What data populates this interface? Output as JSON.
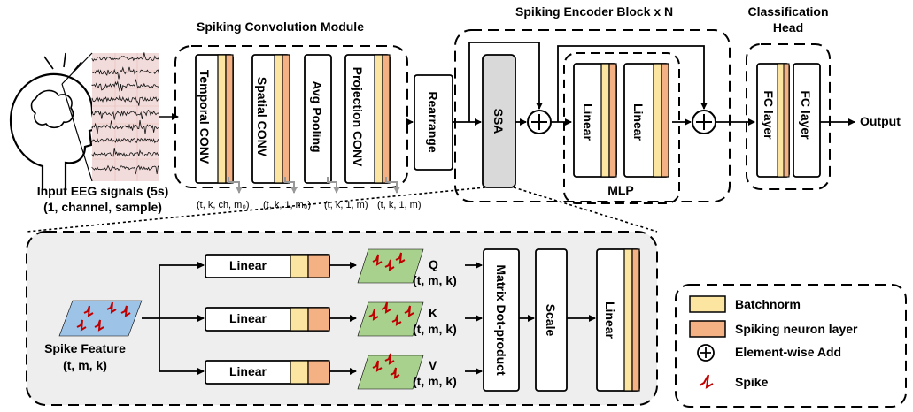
{
  "titles": {
    "spiking_conv_module": "Spiking Convolution Module",
    "spiking_encoder_block": "Spiking Encoder Block x N",
    "classification_head_line1": "Classification",
    "classification_head_line2": "Head"
  },
  "input": {
    "line1": "Input EEG signals (5s)",
    "line2": "(1, channel, sample)"
  },
  "conv_layers": [
    "Temporal CONV",
    "Spatial CONV",
    "Avg Pooling",
    "Projection CONV"
  ],
  "shapes": [
    "(t, k, ch, m₀)",
    "(t, k, 1, m₀)",
    "(t, k, 1, m)",
    "(t, k, 1, m)"
  ],
  "rearrange": "Rearrange",
  "ssa": "SSA",
  "mlp": {
    "label": "MLP",
    "layers": [
      "Linear",
      "Linear"
    ]
  },
  "classification_layers": [
    "FC layer",
    "FC layer"
  ],
  "output": "Output",
  "ssa_detail": {
    "spike_feature_line1": "Spike Feature",
    "spike_feature_line2": "(t, m, k)",
    "linear": "Linear",
    "branches": [
      {
        "name": "Q",
        "shape": "(t, m, k)"
      },
      {
        "name": "K",
        "shape": "(t, m, k)"
      },
      {
        "name": "V",
        "shape": "(t, m, k)"
      }
    ],
    "matrix_dot": "Matrix Dot-product",
    "scale": "Scale",
    "final_linear": "Linear"
  },
  "legend": [
    {
      "label": "Batchnorm",
      "color": "#fbe5a0"
    },
    {
      "label": "Spiking neuron layer",
      "color": "#f4b183"
    },
    {
      "label": "Element-wise Add",
      "icon": "plus-circle-icon"
    },
    {
      "label": "Spike",
      "icon": "spike-icon"
    }
  ],
  "colors": {
    "batchnorm": "#fbe5a0",
    "spiking": "#f4b183",
    "ssa_fill": "#d9d9d9",
    "detail_bg": "#eeeeee",
    "spike_feature_bg": "#9dc3e6",
    "qkv_bg": "#a9d18e",
    "spike_red": "#c00000",
    "eeg_bg": "#f2dcdb"
  }
}
